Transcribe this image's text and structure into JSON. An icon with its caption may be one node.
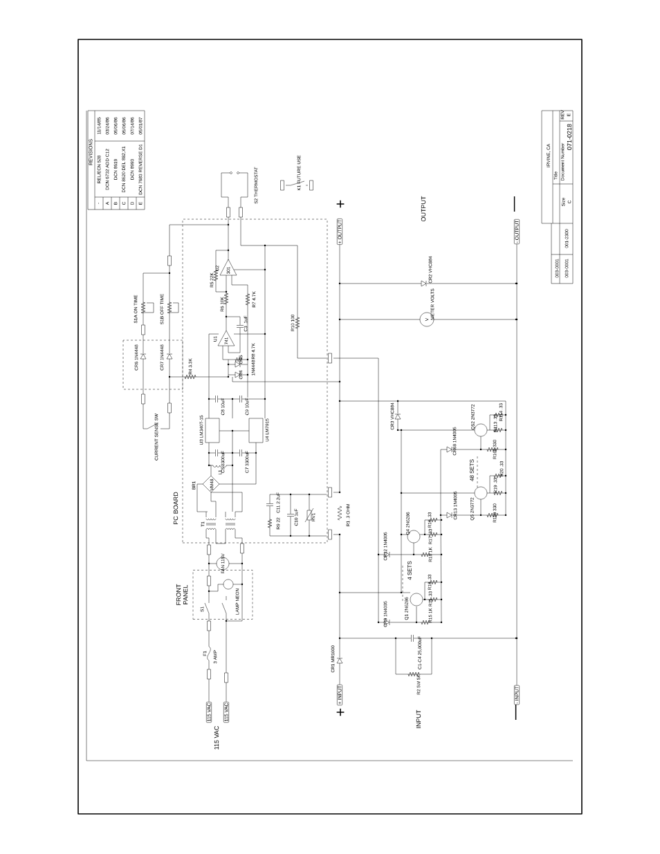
{
  "diagram": {
    "nodes": [
      {
        "text": [
          "PC BOARD"
        ]
      },
      {
        "text": [
          "FRONT PANEL"
        ]
      },
      {
        "text": [
          "115 VAC"
        ]
      },
      {
        "text": [
          "115 VAC"
        ]
      },
      {
        "text": [
          "+ INPUT"
        ]
      },
      {
        "text": [
          "- INPUT"
        ]
      },
      {
        "text": [
          "+ OUTPUT"
        ]
      },
      {
        "text": [
          "- OUTPUT"
        ]
      }
    ],
    "edges": [
      {
        "from": 5,
        "to": 7,
        "arrow": "none"
      }
    ],
    "labels": [
      "REVISIONS",
      "-",
      "REL/ECN 528",
      "11/14/85",
      "A",
      "DCN 6732 ADD C12",
      "03/24/86",
      "B",
      "DCN 8619",
      "05/06/86",
      "C",
      "DCN 8620 DEL 882,X1",
      "05/06/86",
      "D",
      "DCN 8993",
      "07/14/86",
      "E",
      "DCN 7683 REVERSE D1",
      "05/01/87",
      "S2 THERMOSTAT",
      "K1 FUTURE USE",
      "S1A ON TIME",
      "S1B OFF TIME",
      "U2",
      "301",
      "R5 22K",
      "R6 10K",
      "R7 4.7K",
      "C3 .1uF",
      "U1",
      "741",
      "R8 4.7K",
      "R10 100",
      "CR6 1N4448",
      "CR7 1N4448",
      "R4 3.3K",
      "CR5",
      "CR4",
      "1N4448",
      "C8 10uF",
      "C9 10uF",
      "CURRENT SENSE SW",
      "U3 LM340T-15",
      "U4 LM7915",
      "C5 3300uF",
      "C7 3300uF",
      "L1",
      "BR1",
      "VM48",
      "T1",
      "R9 22",
      "C11 2.2uF",
      "C10 1uF",
      "RV1",
      "FAN 115V",
      "LAMP NEON",
      "S1",
      "F1",
      "3 AMP",
      "115 VAC",
      "+",
      "INPUT",
      "—",
      "CR1 MR1000",
      "C1-C4 25,000uF",
      "R2 5W 5K",
      "R1 .3 OHM",
      "CR9 1N4005",
      "Q1 2N6286",
      "R15 1K",
      "R11 .33",
      "R13 .33",
      "4 SETS",
      "CR12 1N4005",
      "R18 1K",
      "Q4 2N6286",
      "R17 .33",
      "R16 .33",
      "CR13 1N4005",
      "Q5 2N3772",
      "R110 330",
      "R19 .33",
      "R20 .33",
      "48 SETS",
      "CR68 1N4005",
      "R166 330",
      "Q52 2N3772",
      "R113 .33",
      "R114 .33",
      "CR3 VHC884",
      "METER VOLTS",
      "V",
      "CR2 VHC884",
      "OUTPUT",
      "+",
      "—",
      "IRVINE, CA",
      "Title",
      "Size",
      "C",
      "Document Number",
      "071-0218",
      "REV",
      "E",
      "003-0001",
      "003-0001",
      "001-2300"
    ]
  }
}
